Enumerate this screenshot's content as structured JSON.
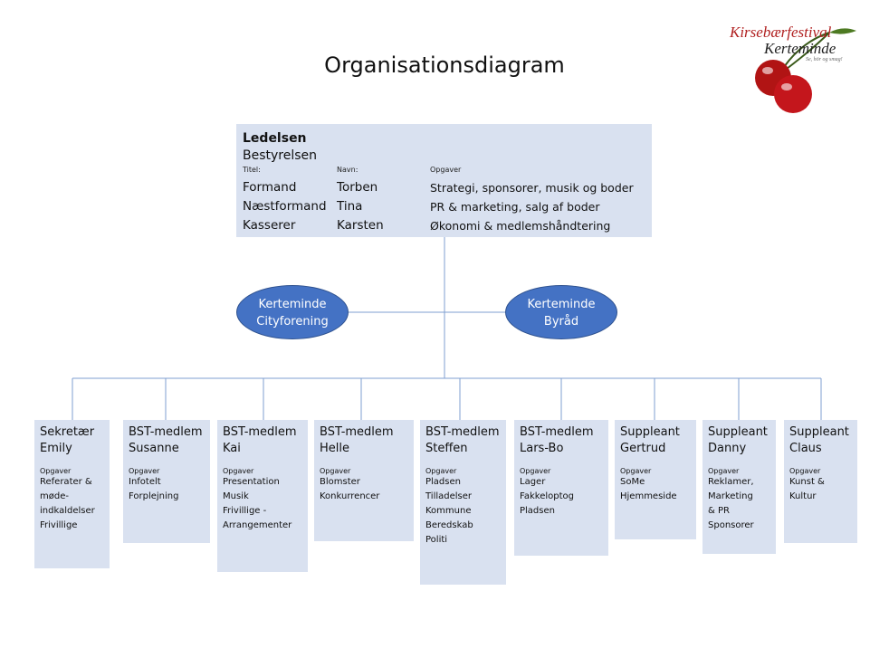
{
  "title": "Organisationsdiagram",
  "logo": {
    "line1": "Kirsebærfestival",
    "line2": "Kerteminde",
    "line3": "Se, hör og smag!"
  },
  "leadership": {
    "heading": "Ledelsen",
    "subheading": "Bestyrelsen",
    "columns": [
      "Titel:",
      "Navn:",
      "Opgaver"
    ],
    "rows": [
      {
        "title": "Formand",
        "name": "Torben",
        "tasks": "Strategi, sponsorer, musik og boder"
      },
      {
        "title": "Næstformand",
        "name": "Tina",
        "tasks": "PR & marketing, salg af boder"
      },
      {
        "title": "Kasserer",
        "name": "Karsten",
        "tasks": "Økonomi & medlemshåndtering"
      }
    ]
  },
  "partners": [
    {
      "line1": "Kerteminde",
      "line2": "Cityforening"
    },
    {
      "line1": "Kerteminde",
      "line2": "Byråd"
    }
  ],
  "members": [
    {
      "role": "Sekretær",
      "name": "Emily",
      "tasks_label": "Opgaver",
      "tasks": [
        "Referater &",
        "møde-",
        "indkaldelser",
        "Frivillige"
      ]
    },
    {
      "role": "BST-medlem",
      "name": "Susanne",
      "tasks_label": "Opgaver",
      "tasks": [
        "Infotelt",
        "Forplejning"
      ]
    },
    {
      "role": "BST-medlem",
      "name": "Kai",
      "tasks_label": "Opgaver",
      "tasks": [
        "Presentation",
        "Musik",
        "Frivillige -",
        "Arrangementer"
      ]
    },
    {
      "role": "BST-medlem",
      "name": "Helle",
      "tasks_label": "Opgaver",
      "tasks": [
        "Blomster",
        "Konkurrencer"
      ]
    },
    {
      "role": "BST-medlem",
      "name": "Steffen",
      "tasks_label": "Opgaver",
      "tasks": [
        "Pladsen",
        "Tilladelser",
        "Kommune",
        "Beredskab",
        "Politi"
      ]
    },
    {
      "role": "BST-medlem",
      "name": "Lars-Bo",
      "tasks_label": "Opgaver",
      "tasks": [
        "Lager",
        "Fakkeloptog",
        "Pladsen"
      ]
    },
    {
      "role": "Suppleant",
      "name": "Gertrud",
      "tasks_label": "Opgaver",
      "tasks": [
        "SoMe",
        "Hjemmeside"
      ]
    },
    {
      "role": "Suppleant",
      "name": "Danny",
      "tasks_label": "Opgaver",
      "tasks": [
        "Reklamer,",
        "Marketing",
        "& PR",
        "Sponsorer"
      ]
    },
    {
      "role": "Suppleant",
      "name": "Claus",
      "tasks_label": "Opgaver",
      "tasks": [
        "Kunst &",
        "Kultur"
      ]
    }
  ],
  "colors": {
    "box_fill": "#d9e1f0",
    "ellipse_fill": "#4472c4",
    "line": "#7f9fd0"
  }
}
